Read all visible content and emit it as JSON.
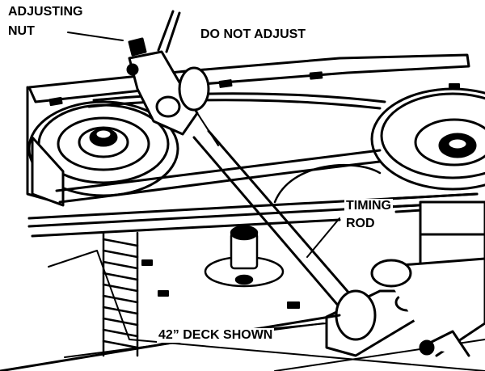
{
  "labels": {
    "adjusting_nut_line1": "ADJUSTING",
    "adjusting_nut_line2": "NUT",
    "do_not_adjust": "DO NOT ADJUST",
    "timing_rod_line1": "TIMING",
    "timing_rod_line2": "ROD",
    "deck_shown": "42” DECK SHOWN"
  },
  "colors": {
    "ink": "#000000",
    "paper": "#ffffff"
  }
}
